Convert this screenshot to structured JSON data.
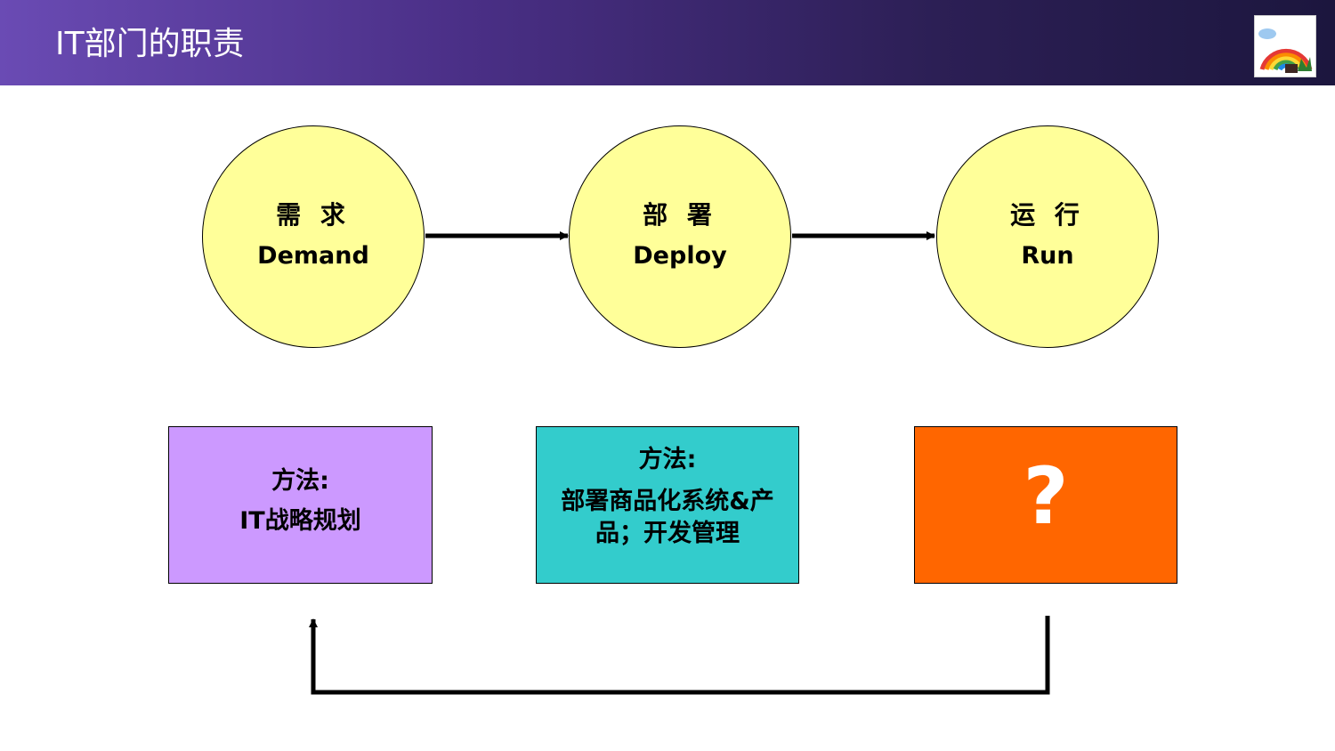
{
  "header": {
    "title": "IT部门的职责"
  },
  "stages": [
    {
      "cn": "需 求",
      "en": "Demand"
    },
    {
      "cn": "部 署",
      "en": "Deploy"
    },
    {
      "cn": "运 行",
      "en": "Run"
    }
  ],
  "boxes": [
    {
      "label": "方法:",
      "body": "IT战略规划"
    },
    {
      "label": "方法:",
      "body": "部署商品化系统&产品；开发管理"
    },
    {
      "body": "?"
    }
  ],
  "colors": {
    "circle_fill": "#ffff99",
    "box_demand": "#cc99ff",
    "box_deploy": "#33cccc",
    "box_run": "#ff6600"
  }
}
